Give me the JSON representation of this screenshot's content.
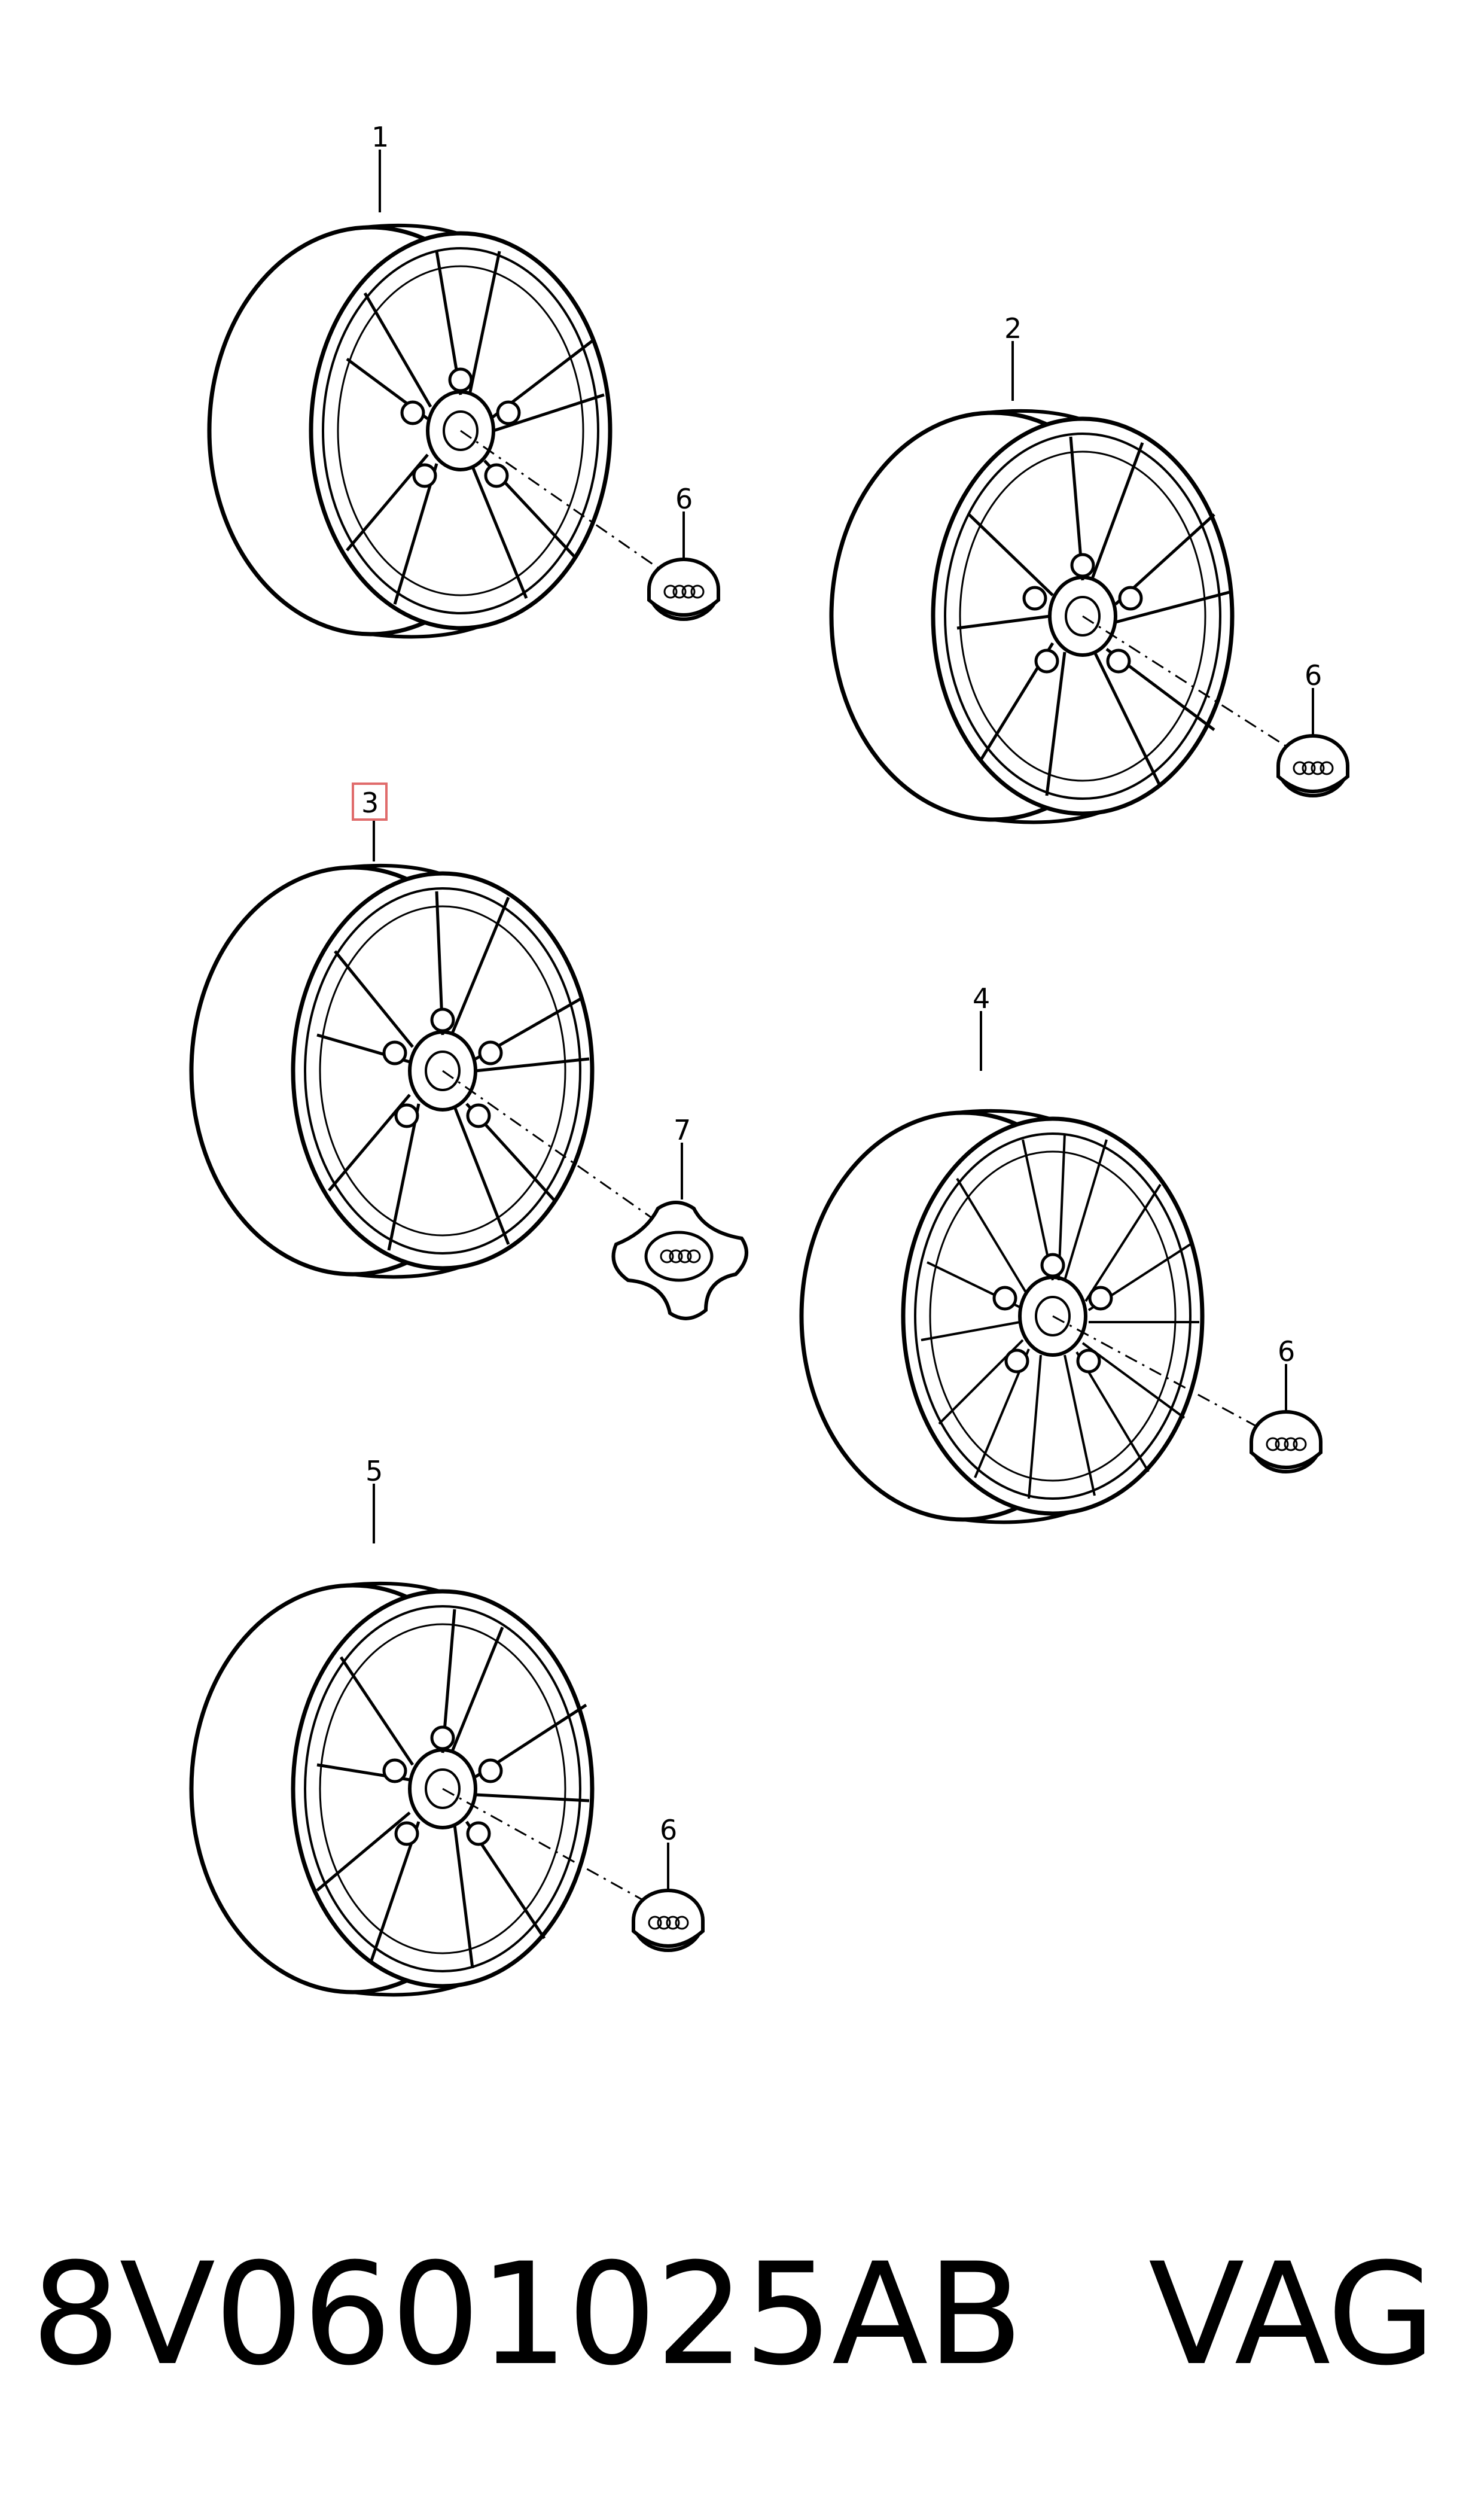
{
  "diagram": {
    "callouts": [
      "1",
      "2",
      "3",
      "4",
      "5",
      "6",
      "7"
    ],
    "highlighted_callout": "3",
    "highlight_color": "#e06c6c",
    "line_color": "#000000"
  },
  "footer": {
    "part_number": "8V0601025AB",
    "brand": "VAG"
  }
}
